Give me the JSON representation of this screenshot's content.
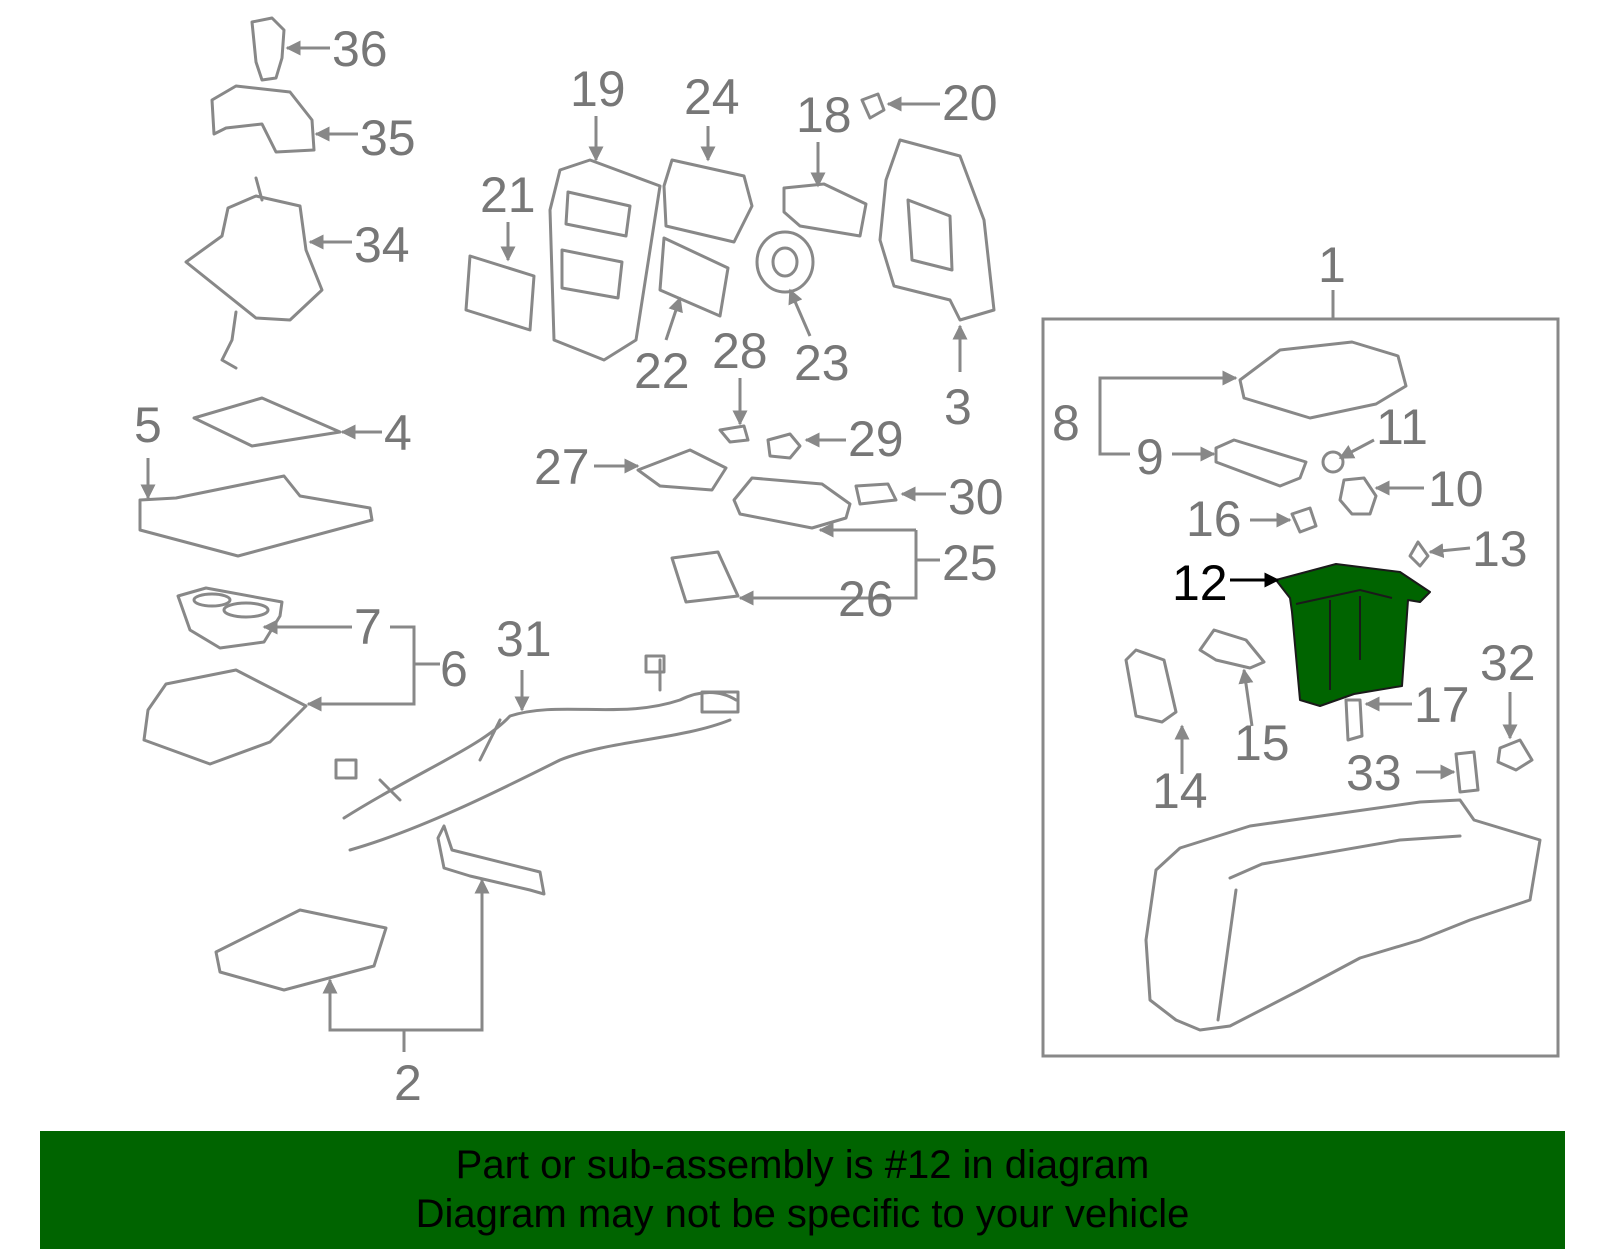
{
  "callouts": [
    "1",
    "2",
    "3",
    "4",
    "5",
    "6",
    "7",
    "8",
    "9",
    "10",
    "11",
    "12",
    "13",
    "14",
    "15",
    "16",
    "17",
    "18",
    "19",
    "20",
    "21",
    "22",
    "23",
    "24",
    "25",
    "26",
    "27",
    "28",
    "29",
    "30",
    "31",
    "32",
    "33",
    "34",
    "35",
    "36"
  ],
  "highlighted_part": "12",
  "colors": {
    "highlight": "#006400",
    "line": "#888888",
    "banner": "#006400"
  },
  "banner": {
    "line1": "Part or sub-assembly is #12 in diagram",
    "line2": "Diagram may not be specific to your vehicle"
  }
}
